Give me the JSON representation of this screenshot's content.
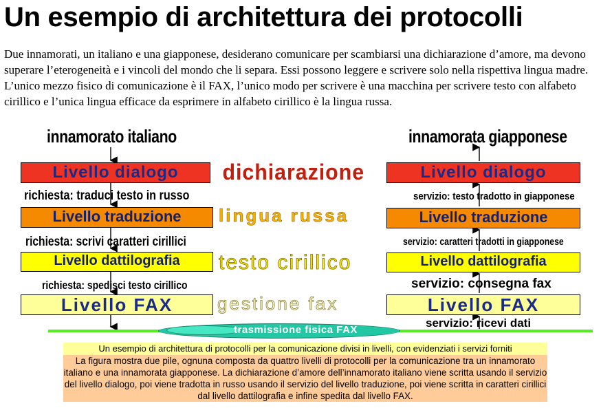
{
  "title": "Un esempio di architettura dei protocolli",
  "intro": "Due innamorati, un italiano e una giapponese, desiderano comunicare per scambiarsi una dichiarazione d’amore, ma devono superare l’eterogeneità e i vincoli del mondo che li separa. Essi possono leggere e scrivere solo nella rispettiva lingua madre. L’unico mezzo fisico di comunicazione è il FAX, l’unico modo per scrivere è una macchina per scrivere testo con alfabeto cirillico e l’unica lingua efficace da esprimere in alfabeto cirillico è la lingua russa.",
  "diagram": {
    "left_party": "innamorato italiano",
    "right_party": "innamorata giapponese",
    "levels": {
      "dialogo": "Livello dialogo",
      "traduzione": "Livello traduzione",
      "dattilografia": "Livello dattilografia",
      "fax": "Livello FAX"
    },
    "peer_protocols": {
      "dialogo": "dichiarazione",
      "traduzione": "lingua russa",
      "dattilografia": "testo cirillico",
      "fax": "gestione fax"
    },
    "left_requests": [
      "richiesta: traduci testo in russo",
      "richiesta: scrivi caratteri cirillici",
      "richiesta: spedisci testo cirillico"
    ],
    "right_services": [
      "servizio: testo tradotto in giapponese",
      "servizio: caratteri tradotti in giapponese",
      "servizio: consegna fax",
      "servizio: ricevi dati"
    ],
    "physical": "trasmissione fisica FAX",
    "colors": {
      "dialogo": "#ee3322",
      "traduzione": "#f58a00",
      "dattilografia": "#ffff00",
      "fax": "#ffff99",
      "fiber": "#55ee22",
      "oval": "#22c8a4"
    }
  },
  "caption": {
    "heading": "Un esempio di architettura di protocolli per la comunicazione divisi in livelli, con evidenziati i servizi forniti",
    "body": "La figura mostra due pile, ognuna composta da quattro livelli di protocolli per la comunicazione tra un innamorato italiano e una innamorata giapponese. La dichiarazione d’amore dell’innamorato italiano viene scritta usando il servizio del livello dialogo, poi viene tradotta in russo usando il servizio del livello traduzione, poi viene scritta in caratteri cirillici dal livello dattilografia e infine spedita dal livello FAX."
  }
}
